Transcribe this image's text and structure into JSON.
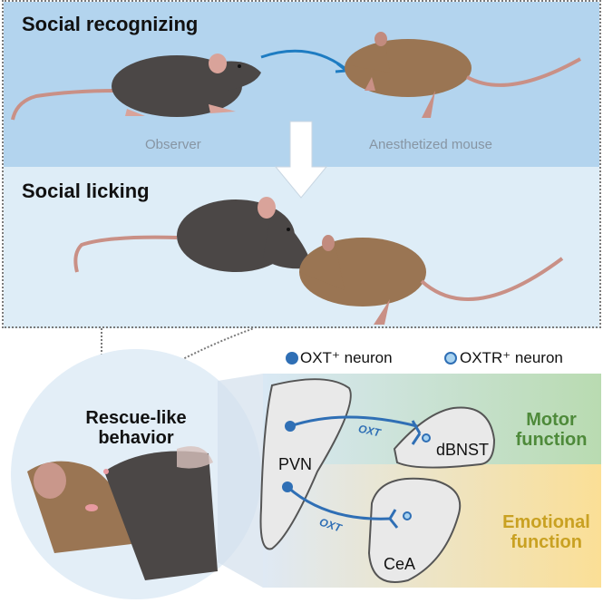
{
  "panels": {
    "recognizing": {
      "title": "Social recognizing",
      "observer_caption": "Observer",
      "target_caption": "Anesthetized mouse"
    },
    "licking": {
      "title": "Social licking"
    },
    "rescue": {
      "title_line1": "Rescue-like",
      "title_line2": "behavior"
    }
  },
  "legend": {
    "oxt": {
      "label": "OXT⁺ neuron",
      "color": "#2f6fb5"
    },
    "oxtr": {
      "label": "OXTR⁺ neuron",
      "color": "#a9d3f0"
    }
  },
  "circuit": {
    "source_region": "PVN",
    "targets": [
      {
        "region": "dBNST",
        "pathway_label": "OXT",
        "function_line1": "Motor",
        "function_line2": "function",
        "color": "#4e8a3a"
      },
      {
        "region": "CeA",
        "pathway_label": "OXT",
        "function_line1": "Emotional",
        "function_line2": "function",
        "color": "#c9a122"
      }
    ]
  },
  "colors": {
    "top_panel_bg": "#b3d4ee",
    "mid_panel_bg": "#deedf7",
    "arrow_blue": "#1e7cc2",
    "dark_mouse": "#4b4746",
    "brown_mouse": "#9a7553",
    "pink": "#d9a39a"
  }
}
